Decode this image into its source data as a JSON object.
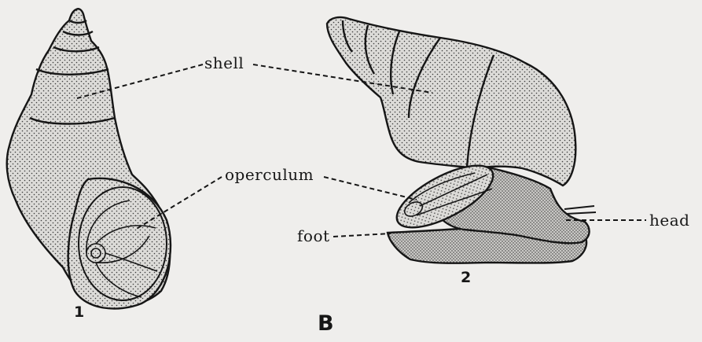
{
  "figure": {
    "panel_letter": "B",
    "views": [
      {
        "number": "1"
      },
      {
        "number": "2"
      }
    ]
  },
  "labels": {
    "shell": "shell",
    "operculum": "operculum",
    "head": "head",
    "foot": "foot"
  },
  "colors": {
    "paper": "#efeeec",
    "ink": "#161616",
    "stipple_fill": "#dcdbd8",
    "foot_fill": "#c9c8c5"
  }
}
